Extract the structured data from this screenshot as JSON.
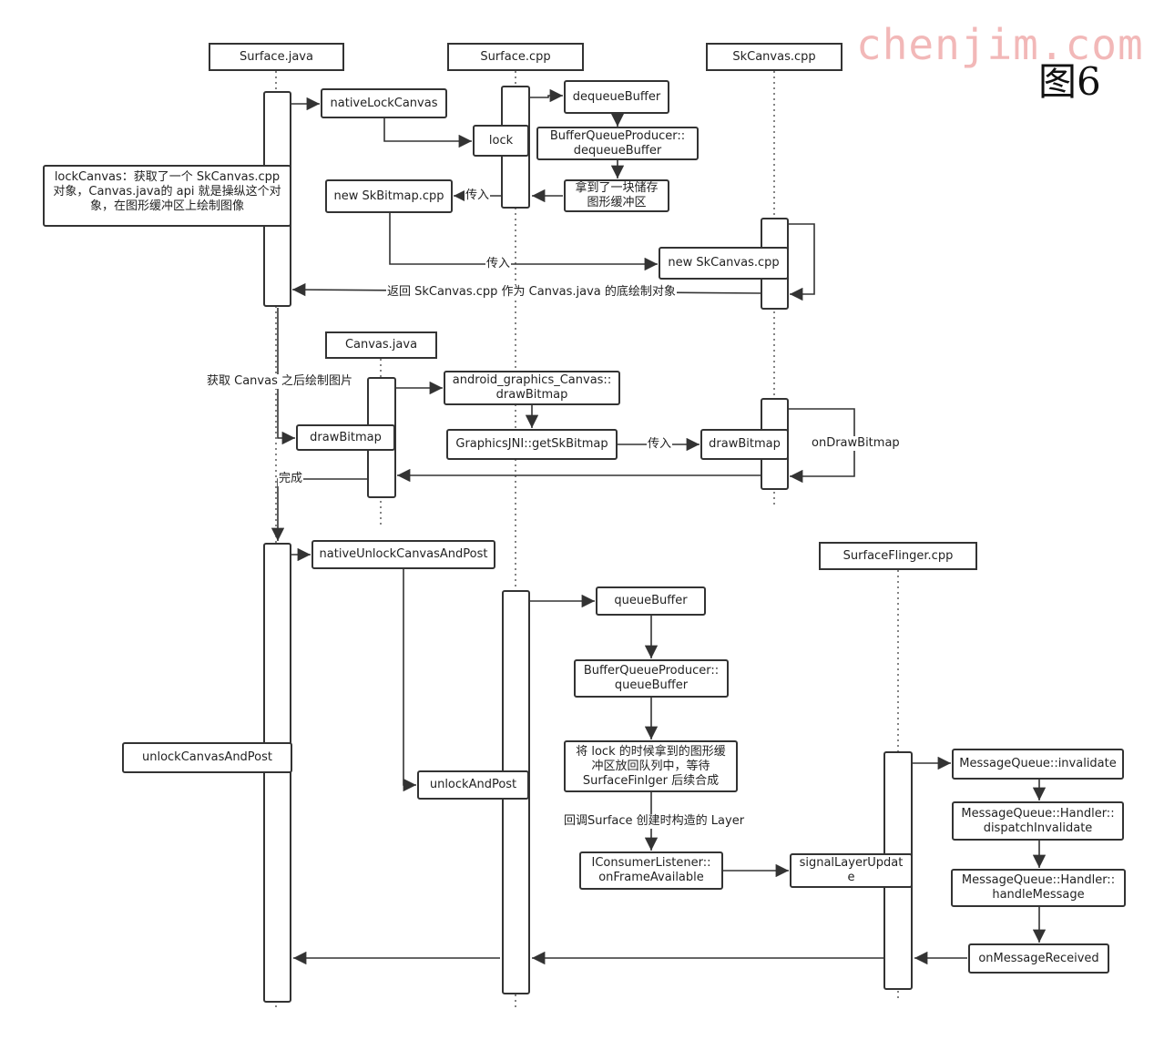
{
  "watermark": "chenjim.com",
  "figure_label": "图6",
  "lifelines": {
    "surface_java": "Surface.java",
    "surface_cpp": "Surface.cpp",
    "skcanvas_cpp": "SkCanvas.cpp",
    "canvas_java": "Canvas.java",
    "surfaceflinger_cpp": "SurfaceFlinger.cpp"
  },
  "nodes": {
    "native_lock_canvas": "nativeLockCanvas",
    "lock": "lock",
    "dequeue_buffer": "dequeueBuffer",
    "bqp_dequeue_buffer": "BufferQueueProducer::\ndequeueBuffer",
    "got_buffer": "拿到了一块储存\n图形缓冲区",
    "new_skbitmap": "new SkBitmap.cpp",
    "new_skcanvas": "new SkCanvas.cpp",
    "agc_draw_bitmap": "android_graphics_Canvas::\ndrawBitmap",
    "graphicsjni_get_skbitmap": "GraphicsJNI::getSkBitmap",
    "draw_bitmap_canvas": "drawBitmap",
    "draw_bitmap_sk": "drawBitmap",
    "native_unlock_canvas_and_post": "nativeUnlockCanvasAndPost",
    "queue_buffer": "queueBuffer",
    "bqp_queue_buffer": "BufferQueueProducer::\nqueueBuffer",
    "return_buffer_note": "将 lock 的时候拿到的图形缓\n冲区放回队列中，等待\nSurfaceFinlger 后续合成",
    "iconsumer_on_frame_available": "IConsumerListener::\nonFrameAvailable",
    "signal_layer_update": "signalLayerUpdat\ne",
    "unlock_canvas_and_post": "unlockCanvasAndPost",
    "unlock_and_post": "unlockAndPost",
    "mq_invalidate": "MessageQueue::invalidate",
    "mq_handler_dispatch_invalidate": "MessageQueue::Handler::\ndispatchInvalidate",
    "mq_handler_handle_message": "MessageQueue::Handler::\nhandleMessage",
    "on_message_received": "onMessageReceived"
  },
  "notes": {
    "lock_canvas": "lockCanvas：获取了一个 SkCanvas.cpp\n对象，Canvas.java的 api 就是操纵这个对\n象，在图形缓冲区上绘制图像"
  },
  "labels": {
    "pass_in_1": "传入",
    "pass_in_2": "传入",
    "pass_in_3": "传入",
    "return_skcanvas": "返回 SkCanvas.cpp 作为 Canvas.java 的底绘制对象",
    "after_get_canvas": "获取 Canvas 之后绘制图片",
    "on_draw_bitmap": "onDrawBitmap",
    "done": "完成",
    "callback_layer": "回调Surface 创建时构造的 Layer"
  }
}
